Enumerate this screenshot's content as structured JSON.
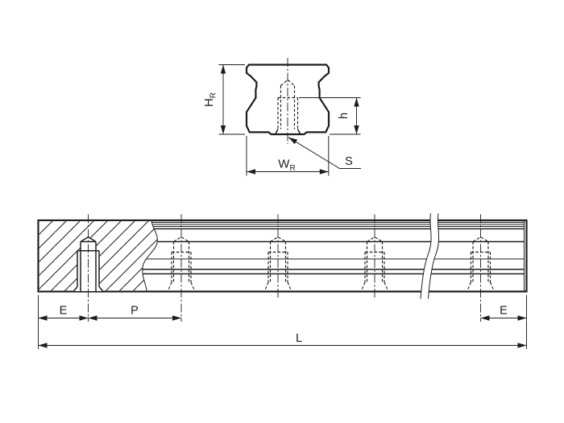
{
  "colors": {
    "ink": "#1d1d1d",
    "background": "#ffffff"
  },
  "cross_section": {
    "height_label": {
      "main": "H",
      "sub": "R"
    },
    "thread_depth_label": "h",
    "width_label": {
      "main": "W",
      "sub": "R"
    },
    "thread_callout": "S"
  },
  "side_view": {
    "end_offset_left_label": "E",
    "pitch_label": "P",
    "end_offset_right_label": "E",
    "length_label": "L"
  }
}
